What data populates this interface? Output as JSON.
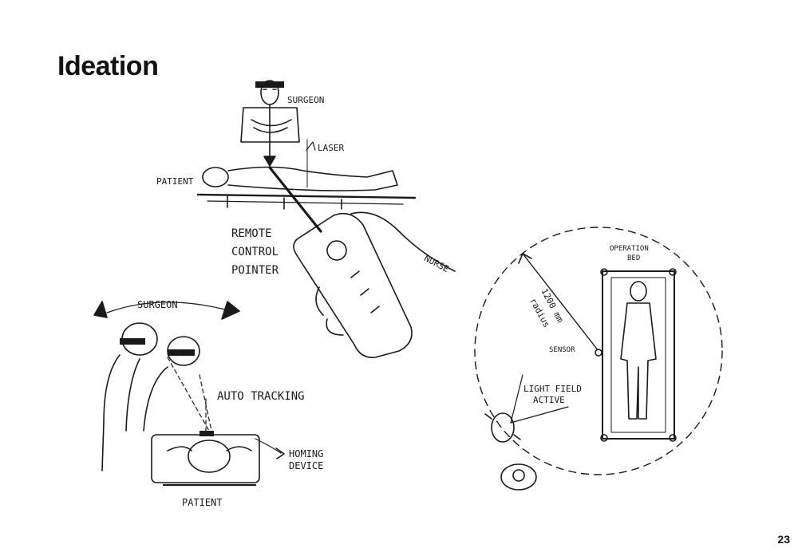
{
  "page": {
    "title": "Ideation",
    "number": "23"
  },
  "top_sketch": {
    "labels": {
      "surgeon": "SURGEON",
      "laser": "LASER",
      "patient": "PATIENT",
      "remote": "REMOTE",
      "control": "CONTROL",
      "pointer": "POINTER",
      "nurse": "NURSE"
    }
  },
  "left_sketch": {
    "labels": {
      "surgeon": "SURGEON",
      "auto_tracking": "AUTO TRACKING",
      "homing_1": "HOMING",
      "homing_2": "DEVICE",
      "patient": "PATIENT"
    }
  },
  "right_sketch": {
    "labels": {
      "operation_1": "OPERATION",
      "operation_2": "BED",
      "radius_1": "1200 mm",
      "radius_2": "radius",
      "sensor": "SENSOR",
      "light_1": "LIGHT FIELD",
      "light_2": "ACTIVE"
    }
  },
  "colors": {
    "ink": "#1a1a1a",
    "paper": "#ffffff"
  }
}
